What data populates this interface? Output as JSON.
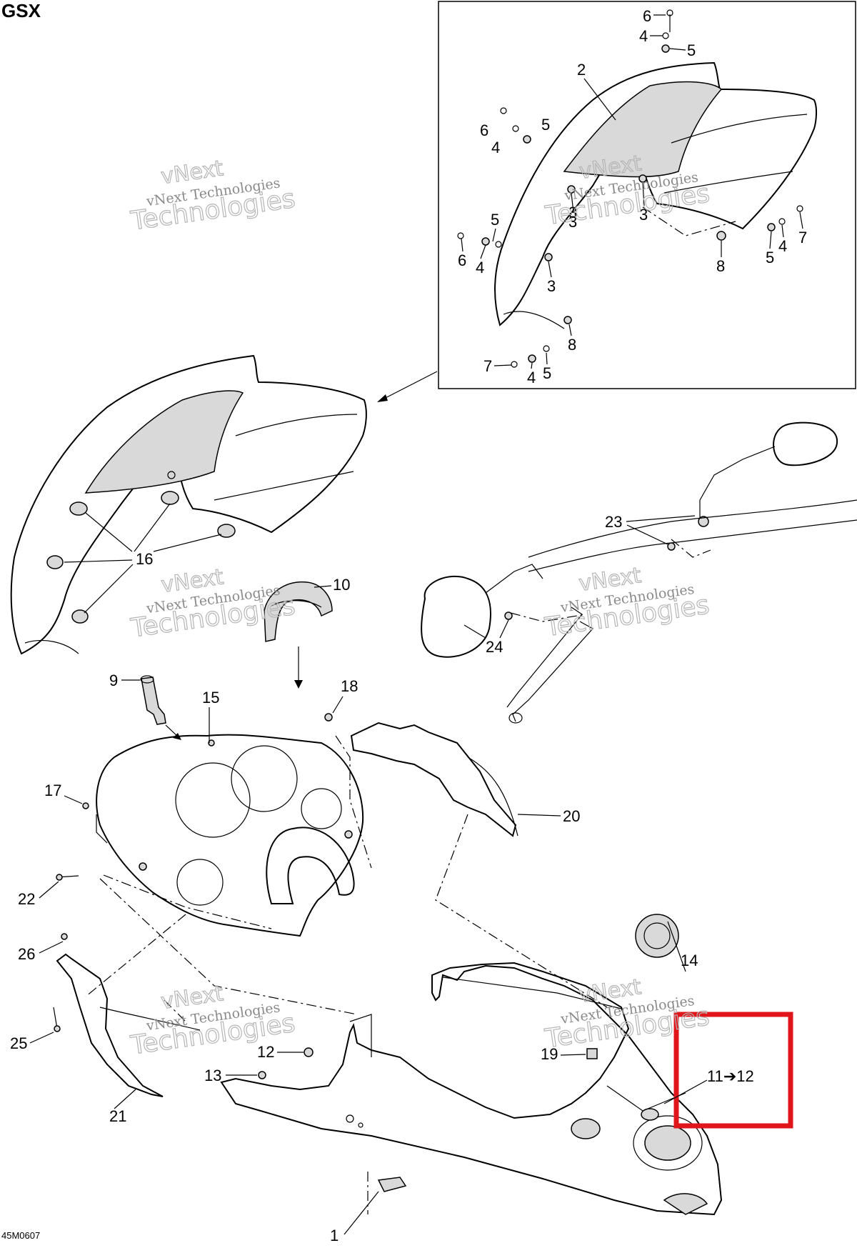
{
  "diagram": {
    "model": "GSX",
    "drawing_code": "45M0607",
    "watermark_line1": "vNext Technologies",
    "watermark_line2": "vNext",
    "watermark_line3": "Technologies",
    "highlight_color": "#e0161b",
    "highlight_label": "11➔12",
    "callouts": {
      "c1": "1",
      "c2": "2",
      "c3a": "3",
      "c3b": "3",
      "c3c": "3",
      "c3d": "3",
      "c4a": "4",
      "c4b": "4",
      "c4c": "4",
      "c4d": "4",
      "c4e": "4",
      "c5a": "5",
      "c5b": "5",
      "c5c": "5",
      "c5d": "5",
      "c5e": "5",
      "c6a": "6",
      "c6b": "6",
      "c6c": "6",
      "c7a": "7",
      "c7b": "7",
      "c8a": "8",
      "c8b": "8",
      "c9": "9",
      "c10": "10",
      "c12": "12",
      "c13": "13",
      "c14": "14",
      "c15": "15",
      "c16": "16",
      "c17": "17",
      "c18": "18",
      "c19": "19",
      "c20": "20",
      "c21": "21",
      "c22": "22",
      "c23": "23",
      "c24": "24",
      "c25": "25",
      "c26": "26"
    }
  }
}
